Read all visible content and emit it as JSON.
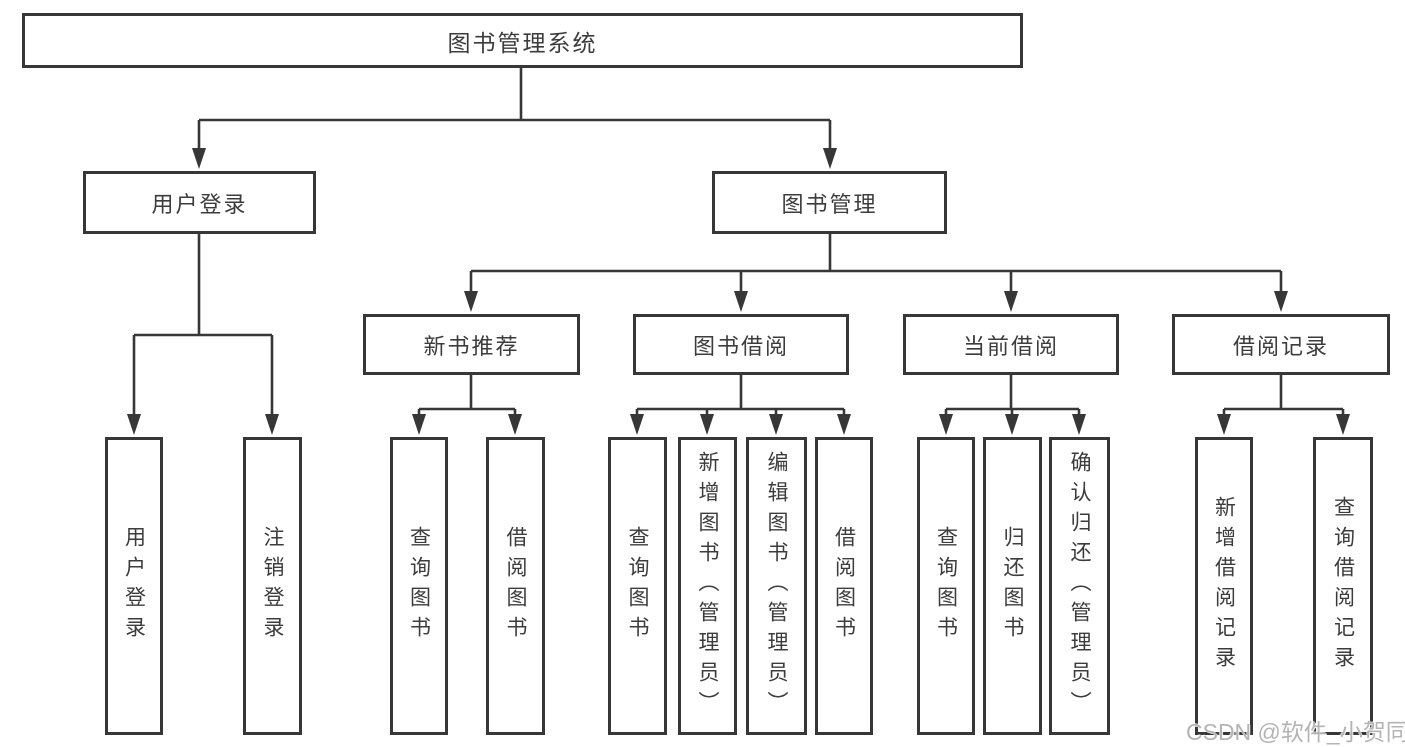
{
  "root": {
    "label": "图书管理系统"
  },
  "branches": [
    {
      "label": "用户登录",
      "children": [
        {
          "label": "用户登录"
        },
        {
          "label": "注销登录"
        }
      ]
    },
    {
      "label": "图书管理",
      "children": [
        {
          "label": "新书推荐",
          "children": [
            {
              "label": "查询图书"
            },
            {
              "label": "借阅图书"
            }
          ]
        },
        {
          "label": "图书借阅",
          "children": [
            {
              "label": "查询图书"
            },
            {
              "label": "新增图书（管理员）"
            },
            {
              "label": "编辑图书（管理员）"
            },
            {
              "label": "借阅图书"
            }
          ]
        },
        {
          "label": "当前借阅",
          "children": [
            {
              "label": "查询图书"
            },
            {
              "label": "归还图书"
            },
            {
              "label": "确认归还（管理员）"
            }
          ]
        },
        {
          "label": "借阅记录",
          "children": [
            {
              "label": "新增借阅记录"
            },
            {
              "label": "查询借阅记录"
            }
          ]
        }
      ]
    }
  ],
  "watermark": "CSDN @软件_小贺同学",
  "colors": {
    "line": "#373737",
    "text": "#3c3c3c",
    "watermark": "#b4b4b4",
    "background": "#ffffff"
  }
}
